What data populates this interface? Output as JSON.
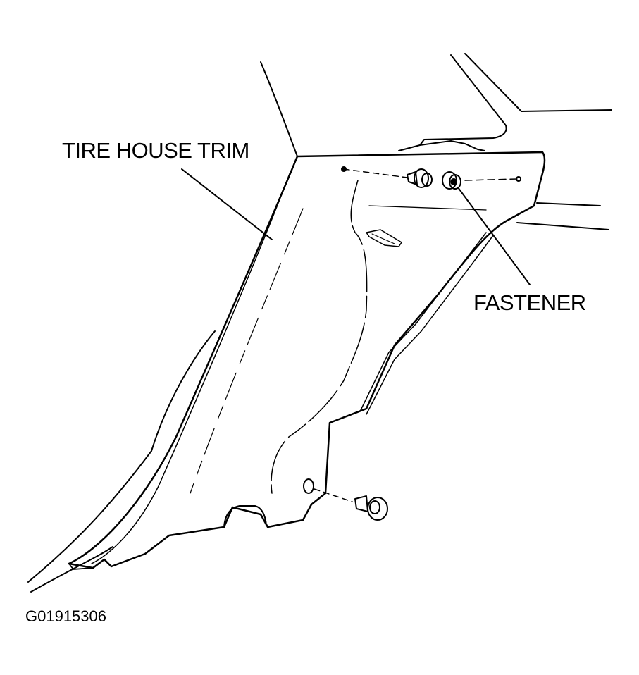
{
  "diagram": {
    "labels": {
      "tire_house_trim": "TIRE HOUSE TRIM",
      "fastener": "FASTENER"
    },
    "figure_code": "G01915306"
  }
}
